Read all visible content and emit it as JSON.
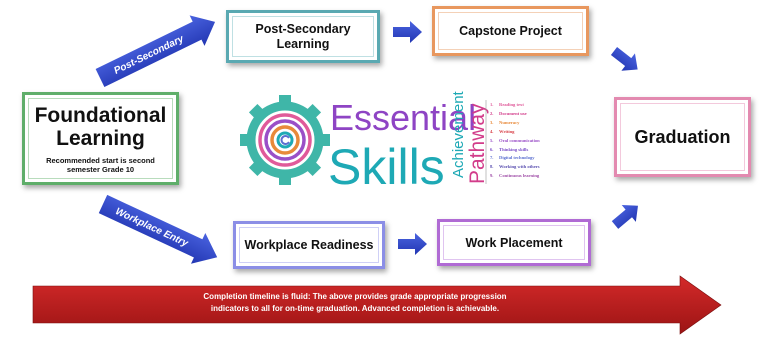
{
  "boxes": {
    "foundational": {
      "title_line1": "Foundational",
      "title_line2": "Learning",
      "sub_line1": "Recommended start is second",
      "sub_line2": "semester Grade 10"
    },
    "post_secondary": {
      "line1": "Post-Secondary",
      "line2": "Learning"
    },
    "capstone": {
      "label": "Capstone Project"
    },
    "graduation": {
      "label": "Graduation"
    },
    "workplace_readiness": {
      "label": "Workplace Readiness"
    },
    "work_placement": {
      "label": "Work Placement"
    }
  },
  "arrows": {
    "post_secondary_label": "Post-Secondary",
    "workplace_entry_label": "Workplace Entry"
  },
  "banner": {
    "line1": "Completion timeline is fluid: The above provides grade appropriate progression",
    "line2": "indicators to all for on-time graduation. Advanced completion is achievable."
  },
  "logo": {
    "word1": "Essential",
    "word2": "Skills",
    "vertical1": "Achievement",
    "vertical2": "Pathway",
    "skills": [
      {
        "num": "1.",
        "label": "Reading text",
        "color": "#e05a9a"
      },
      {
        "num": "2.",
        "label": "Document use",
        "color": "#d23c8a"
      },
      {
        "num": "3.",
        "label": "Numeracy",
        "color": "#e88a3a"
      },
      {
        "num": "4.",
        "label": "Writing",
        "color": "#d9434a"
      },
      {
        "num": "5.",
        "label": "Oral communication",
        "color": "#9a4fc7"
      },
      {
        "num": "6.",
        "label": "Thinking skills",
        "color": "#7b4fc7"
      },
      {
        "num": "7.",
        "label": "Digital technology",
        "color": "#5b6fd0"
      },
      {
        "num": "8.",
        "label": "Working with others",
        "color": "#5a4fb0"
      },
      {
        "num": "9.",
        "label": "Continuous learning",
        "color": "#a04fa8"
      }
    ]
  },
  "colors": {
    "arrow_blue": "#2f47c9",
    "banner_red": "#b51a1a",
    "foundational_border": "#5fae6a",
    "post_secondary_border": "#5aa9b2",
    "capstone_border": "#e8975e",
    "graduation_border": "#e38ab0",
    "workplace_readiness_border": "#8b8ee6",
    "work_placement_border": "#b06bd4",
    "essential_purple": "#8e44c4",
    "skills_teal": "#1ea9b5"
  }
}
